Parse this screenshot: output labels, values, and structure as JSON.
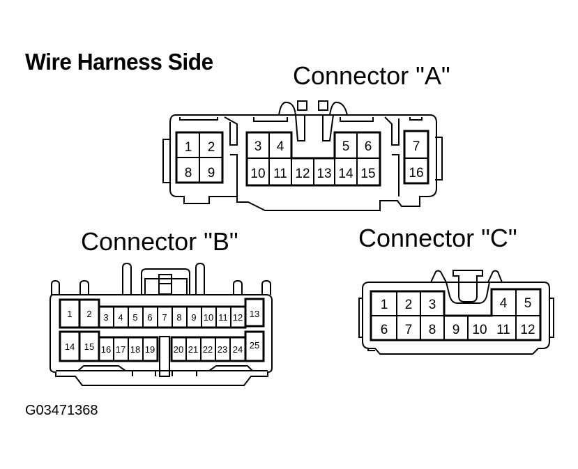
{
  "title": "Wire Harness Side",
  "figure_code": "G03471368",
  "connectors": {
    "A": {
      "label": "Connector \"A\"",
      "pins_top": [
        "1",
        "2",
        "3",
        "4",
        "5",
        "6",
        "7"
      ],
      "pins_bottom": [
        "8",
        "9",
        "10",
        "11",
        "12",
        "13",
        "14",
        "15",
        "16"
      ]
    },
    "B": {
      "label": "Connector \"B\"",
      "pins_top": [
        "1",
        "2",
        "3",
        "4",
        "5",
        "6",
        "7",
        "8",
        "9",
        "10",
        "11",
        "12",
        "13"
      ],
      "pins_bottom": [
        "14",
        "15",
        "16",
        "17",
        "18",
        "19",
        "20",
        "21",
        "22",
        "23",
        "24",
        "25"
      ]
    },
    "C": {
      "label": "Connector \"C\"",
      "pins_top": [
        "1",
        "2",
        "3",
        "4",
        "5"
      ],
      "pins_bottom": [
        "6",
        "7",
        "8",
        "9",
        "10",
        "11",
        "12"
      ]
    }
  }
}
